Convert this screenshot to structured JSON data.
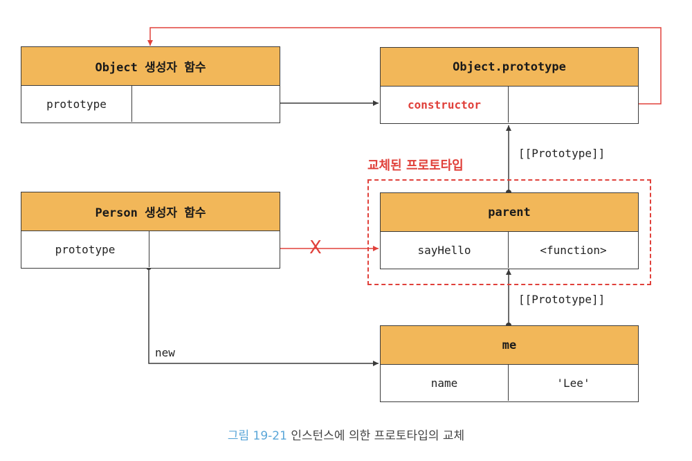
{
  "boxes": {
    "object_ctor": {
      "title": "Object 생성자 함수",
      "left": "prototype",
      "right": ""
    },
    "object_proto": {
      "title": "Object.prototype",
      "left": "constructor",
      "right": ""
    },
    "person_ctor": {
      "title": "Person 생성자 함수",
      "left": "prototype",
      "right": ""
    },
    "parent": {
      "title": "parent",
      "left": "sayHello",
      "right": "<function>"
    },
    "me": {
      "title": "me",
      "left": "name",
      "right": "'Lee'"
    }
  },
  "labels": {
    "proto_link_top": "[[Prototype]]",
    "proto_link_bottom": "[[Prototype]]",
    "new": "new",
    "replaced": "교체된 프로토타입",
    "broken_mark": "X"
  },
  "caption": {
    "figure": "그림 19-21",
    "text": "인스턴스에 의한 프로토타입의 교체"
  },
  "colors": {
    "header": "#f2b759",
    "accent": "#e0403a",
    "line": "#3a3a3a",
    "caption_figure": "#5aa6d8"
  }
}
